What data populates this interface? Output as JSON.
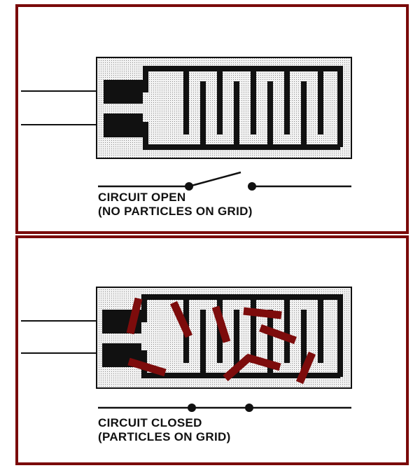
{
  "panels": [
    {
      "state": "open",
      "caption_line1": "CIRCUIT OPEN",
      "caption_line2": "(NO PARTICLES ON GRID)"
    },
    {
      "state": "closed",
      "caption_line1": "CIRCUIT CLOSED",
      "caption_line2": "(PARTICLES ON GRID)"
    }
  ],
  "colors": {
    "frame": "#7a0a0a",
    "particles": "#7d0c0c",
    "trace": "#111111",
    "substrate_bg": "#d8d8d8"
  }
}
